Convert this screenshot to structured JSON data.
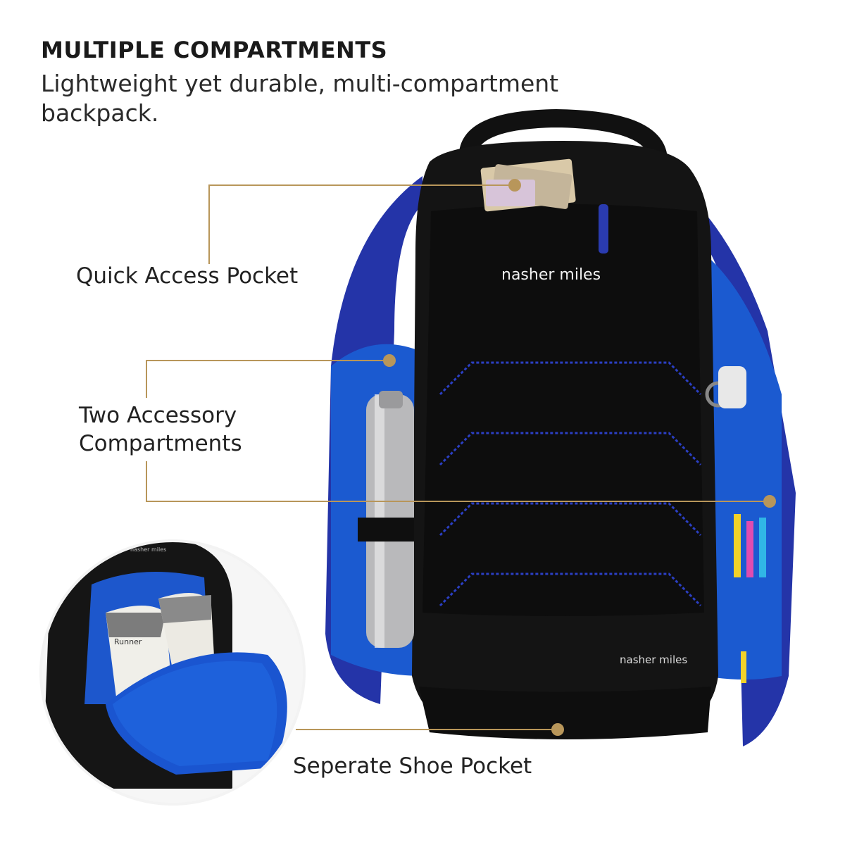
{
  "heading": {
    "title": "MULTIPLE COMPARTMENTS",
    "subtitle": "Lightweight yet durable, multi-compartment backpack."
  },
  "callouts": {
    "quick_access": "Quick Access Pocket",
    "accessory_line1": "Two Accessory",
    "accessory_line2": "Compartments",
    "shoe": "Seperate Shoe Pocket"
  },
  "product": {
    "brand_main": "nasher miles",
    "brand_lower": "nasher miles",
    "inset_brand": "nasher miles",
    "shoe_brand": "Runner"
  },
  "colors": {
    "accent_gold": "#b8965a",
    "bag_black": "#141414",
    "bag_blue": "#2a3bb0",
    "lining_blue": "#1e5fd6"
  }
}
